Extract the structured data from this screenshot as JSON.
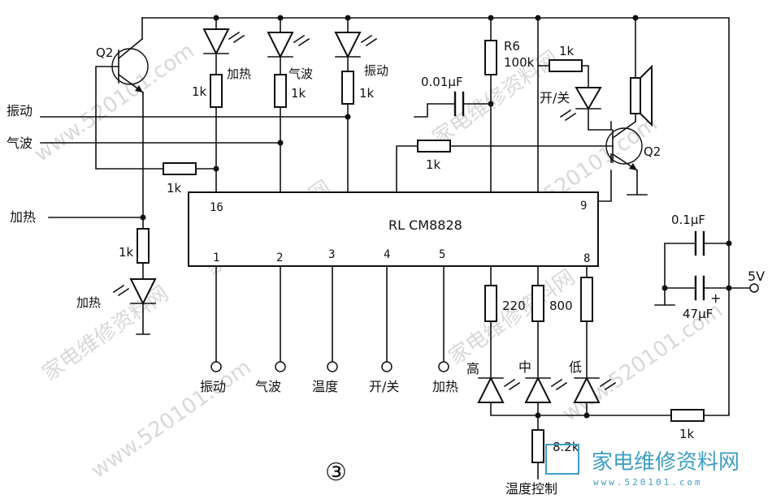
{
  "chip": {
    "name": "RL CM8828",
    "pins": [
      "16",
      "1",
      "2",
      "3",
      "4",
      "5",
      "9",
      "8"
    ]
  },
  "transistors": {
    "q2_left": "Q2",
    "q2_right": "Q2"
  },
  "inputs": {
    "vibration": "振动",
    "air_wave": "气波",
    "heating": "加热"
  },
  "top_leds": {
    "heating": "加热",
    "air_wave": "气波",
    "vibration": "振动"
  },
  "resistors": {
    "r_top_heat": "1k",
    "r_top_air": "1k",
    "r_top_vib": "1k",
    "r_base": "1k",
    "r_left_led": "1k",
    "r6_name": "R6",
    "r6_value": "100k",
    "r_led_power": "1k",
    "r_q2_base": "1k",
    "r_high": "220",
    "r_mid": "800",
    "r_bottom": "1k",
    "r_temp": "8.2k"
  },
  "capacitors": {
    "c_top": "0.01μF",
    "c_right_top": "0.1μF",
    "c_right_bottom": "47μF",
    "c_polarity": "+"
  },
  "left_led": "加热",
  "power_led": "开/关",
  "supply": "5V",
  "buttons": [
    "振动",
    "气波",
    "温度",
    "开/关",
    "加热"
  ],
  "temp_leds": {
    "high": "高",
    "mid": "中",
    "low": "低"
  },
  "temp_control": "温度控制",
  "figure_number": "③",
  "watermarks": {
    "site_cn": "家电维修资料网",
    "site_url": "www.520101.com",
    "brand_cn": "家电维修资料网",
    "brand_url": "www.520101.com"
  }
}
